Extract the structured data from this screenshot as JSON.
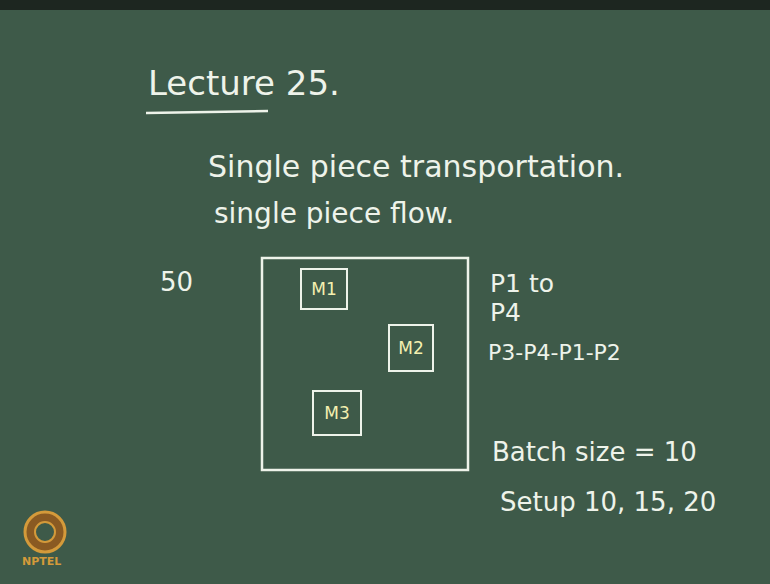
{
  "diagram": {
    "title": "Lecture 25.",
    "nodes": [
      {
        "text": [
          "M1"
        ]
      },
      {
        "text": [
          "M2"
        ]
      },
      {
        "text": [
          "M3"
        ]
      }
    ],
    "labels": [
      "Single piece transportation.",
      "single piece flow.",
      "50",
      "P1 to P4",
      "P3-P4-P1-P2",
      "Batch size = 10",
      "Setup 10, 15, 20",
      "NPTEL"
    ]
  }
}
